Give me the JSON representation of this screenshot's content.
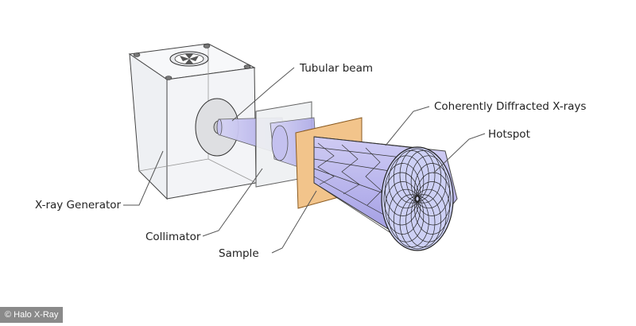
{
  "labels": {
    "tubular_beam": "Tubular beam",
    "coherently_diffracted": "Coherently Diffracted X-rays",
    "hotspot": "Hotspot",
    "xray_generator": "X-ray Generator",
    "collimator": "Collimator",
    "sample": "Sample"
  },
  "credit": "© Halo X-Ray",
  "colors": {
    "beam": "#b9b6ee",
    "sample": "#f2c48b",
    "collimator": "#eef0f2",
    "generator": "#f3f4f7",
    "outline": "#333333"
  }
}
